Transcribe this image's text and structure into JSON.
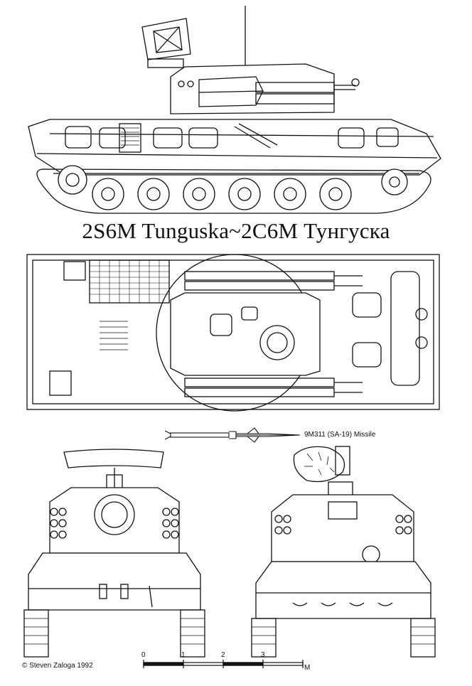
{
  "title": "2S6M Tunguska~2C6M Тунгуска",
  "missile_label": "9M311 (SA-19) Missile",
  "copyright": "© Steven Zaloga 1992",
  "scale": {
    "ticks": [
      "0",
      "1",
      "2",
      "3"
    ],
    "unit": "M"
  }
}
